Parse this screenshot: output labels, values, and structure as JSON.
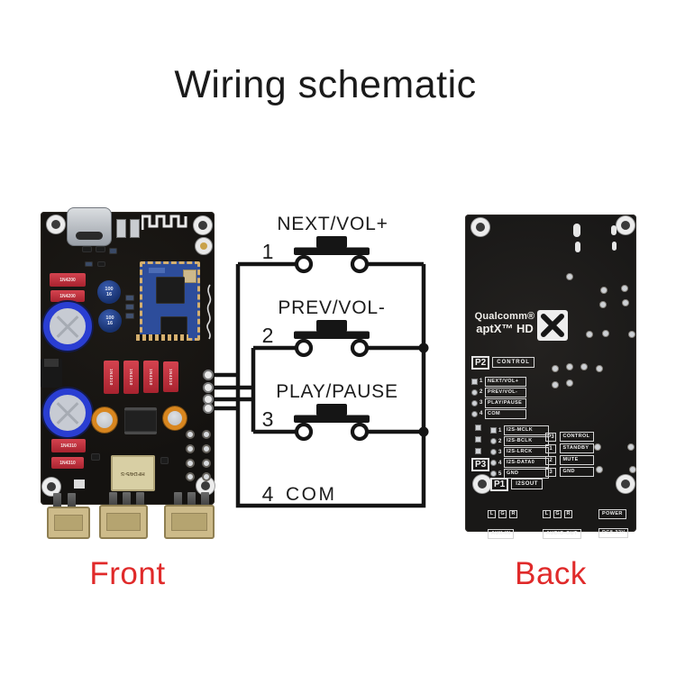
{
  "title": "Wiring schematic",
  "captions": {
    "front": "Front",
    "back": "Back"
  },
  "schematic": {
    "rows": [
      {
        "num": "1",
        "label": "NEXT/VOL+"
      },
      {
        "num": "2",
        "label": "PREV/VOL-"
      },
      {
        "num": "3",
        "label": "PLAY/PAUSE"
      }
    ],
    "com": {
      "num": "4",
      "label": "COM"
    }
  },
  "front": {
    "diode_small": "1N4200",
    "diode_big": "1N4310",
    "cap_value": "100",
    "cap_volt": "16",
    "relay": "HFD4/5-S"
  },
  "back": {
    "brand1": "Qualcomm®",
    "brand2": "aptX™ HD",
    "p2": {
      "tag": "P2",
      "header": "CONTROL",
      "rows": [
        {
          "num": "1",
          "label": "NEXT/VOL+"
        },
        {
          "num": "2",
          "label": "PREV/VOL-"
        },
        {
          "num": "3",
          "label": "PLAY/PAUSE"
        },
        {
          "num": "4",
          "label": "COM"
        }
      ]
    },
    "p3_tag": "P3",
    "i2s": {
      "p1_tag": "P1",
      "p1_label": "I2SOUT",
      "rows": [
        {
          "num": "1",
          "label": "I2S-MCLK"
        },
        {
          "num": "2",
          "label": "I2S-BCLK"
        },
        {
          "num": "3",
          "label": "I2S-LRCK"
        },
        {
          "num": "4",
          "label": "I2S-DATA0"
        },
        {
          "num": "5",
          "label": "GND"
        }
      ]
    },
    "legend": {
      "tag": "P3",
      "header": "CONTROL",
      "rows": [
        {
          "num": "1",
          "label": "STANDBY"
        },
        {
          "num": "2",
          "label": "MUTE"
        },
        {
          "num": "3",
          "label": "GND"
        }
      ]
    },
    "io": {
      "aux": {
        "pins": [
          "L",
          "G",
          "R"
        ],
        "label": "AUX-IN"
      },
      "out": {
        "pins": [
          "L",
          "G",
          "R"
        ],
        "label": "AUDIO-OUT"
      },
      "power": {
        "label": "POWER",
        "sub": "DC8-32V"
      }
    }
  },
  "colors": {
    "accent_red": "#e02a2a",
    "wire_black": "#151515",
    "module_blue": "#2d4d9b"
  }
}
